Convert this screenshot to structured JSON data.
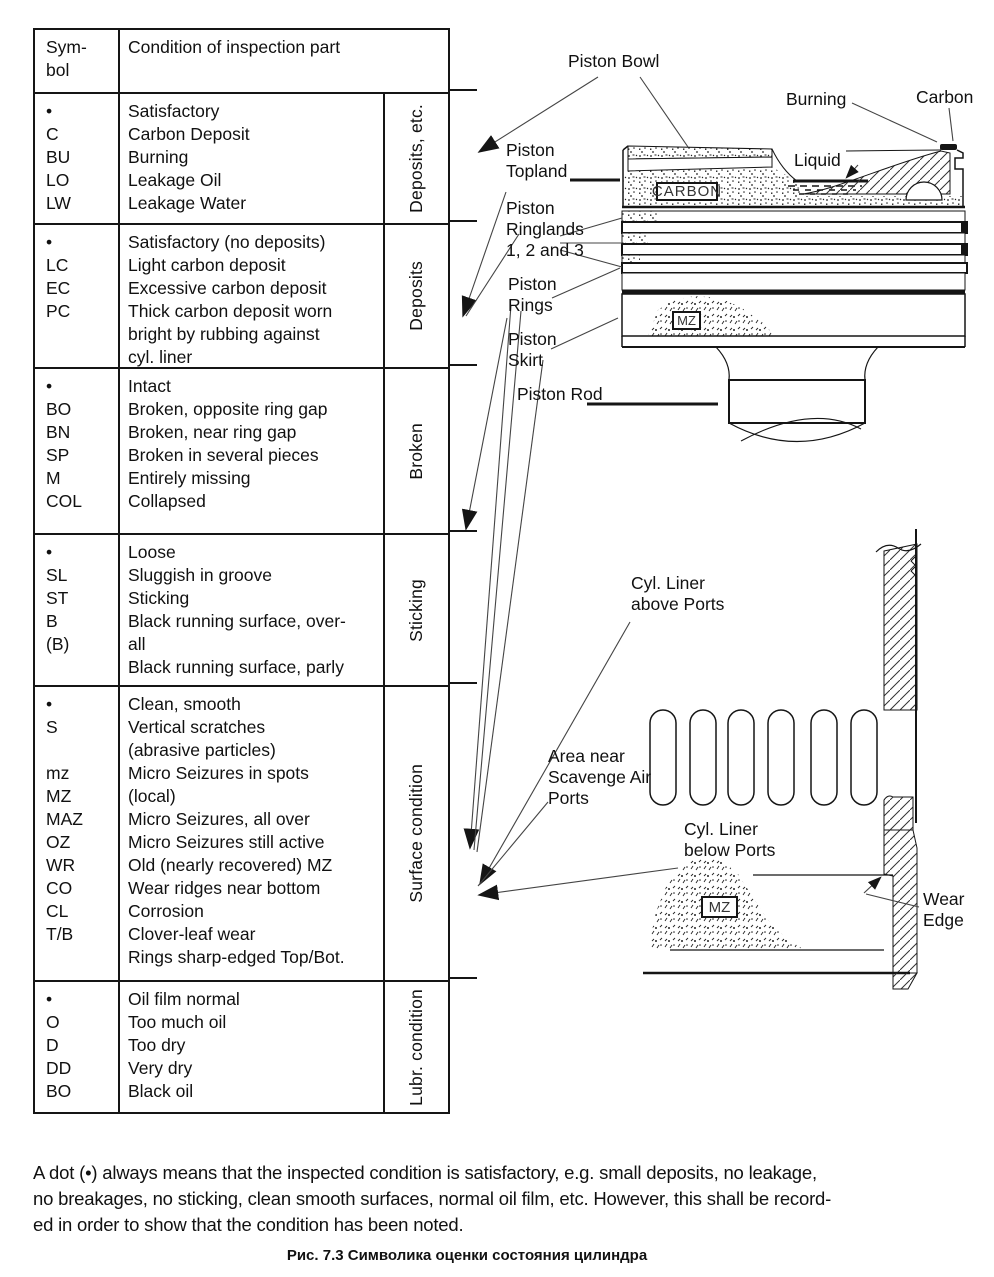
{
  "table": {
    "header": {
      "symbol": "Sym-\nbol",
      "condition": "Condition of inspection part"
    },
    "groups": [
      {
        "symbols": "•\nC\nBU\nLO\nLW",
        "conditions": "Satisfactory\nCarbon Deposit\nBurning\nLeakage Oil\nLeakage Water",
        "category": "Deposits, etc."
      },
      {
        "symbols": "•\nLC\nEC\nPC",
        "conditions": "Satisfactory (no deposits)\nLight carbon deposit\nExcessive carbon deposit\nThick carbon deposit worn\nbright by rubbing against\ncyl. liner",
        "category": "Deposits"
      },
      {
        "symbols": "•\nBO\nBN\nSP\nM\nCOL",
        "conditions": "Intact\nBroken, opposite ring gap\nBroken, near ring gap\nBroken in several pieces\nEntirely missing\nCollapsed",
        "category": "Broken"
      },
      {
        "symbols": "•\nSL\nST\nB\n(B)",
        "conditions": "Loose\nSluggish in groove\nSticking\nBlack running surface, over-\nall\nBlack running surface, parly",
        "category": "Sticking"
      },
      {
        "symbols": "•\nS\n\nmz\nMZ\nMAZ\nOZ\nWR\nCO\nCL\nT/B",
        "conditions": "Clean, smooth\nVertical scratches\n(abrasive particles)\nMicro Seizures in spots\n(local)\nMicro Seizures, all over\nMicro Seizures still active\nOld (nearly recovered) MZ\nWear ridges near bottom\nCorrosion\nClover-leaf wear\nRings sharp-edged Top/Bot.",
        "category": "Surface condition"
      },
      {
        "symbols": "•\nO\nD\nDD\nBO",
        "conditions": "Oil film normal\nToo much oil\nToo dry\nVery dry\nBlack oil",
        "category": "Lubr. condition"
      }
    ]
  },
  "diagram": {
    "labels": {
      "piston_bowl": "Piston Bowl",
      "burning": "Burning",
      "carbon": "Carbon",
      "liquid": "Liquid",
      "carbon_box": "CARBON",
      "piston_topland": "Piston\nTopland",
      "piston_ringlands": "Piston\nRinglands\n1, 2 and 3",
      "piston_rings": "Piston\nRings",
      "piston_skirt": "Piston\nSkirt",
      "piston_rod": "Piston Rod",
      "mz_piston": "MZ",
      "cyl_liner_above": "Cyl. Liner\nabove Ports",
      "area_scavenge": "Area near\nScavenge Air\nPorts",
      "cyl_liner_below": "Cyl. Liner\nbelow Ports",
      "mz_liner": "MZ",
      "wear_edge": "Wear\nEdge"
    }
  },
  "footer": {
    "note": "A dot (•) always means that the inspected condition is satisfactory, e.g. small deposits, no leakage,\nno breakages, no sticking, clean smooth surfaces, normal oil film, etc. However, this shall be record-\ned in order to show that the condition has been noted.",
    "caption": "Рис. 7.3 Символика оценки состояния цилиндра"
  },
  "colors": {
    "ink": "#151515",
    "paper": "#ffffff"
  }
}
